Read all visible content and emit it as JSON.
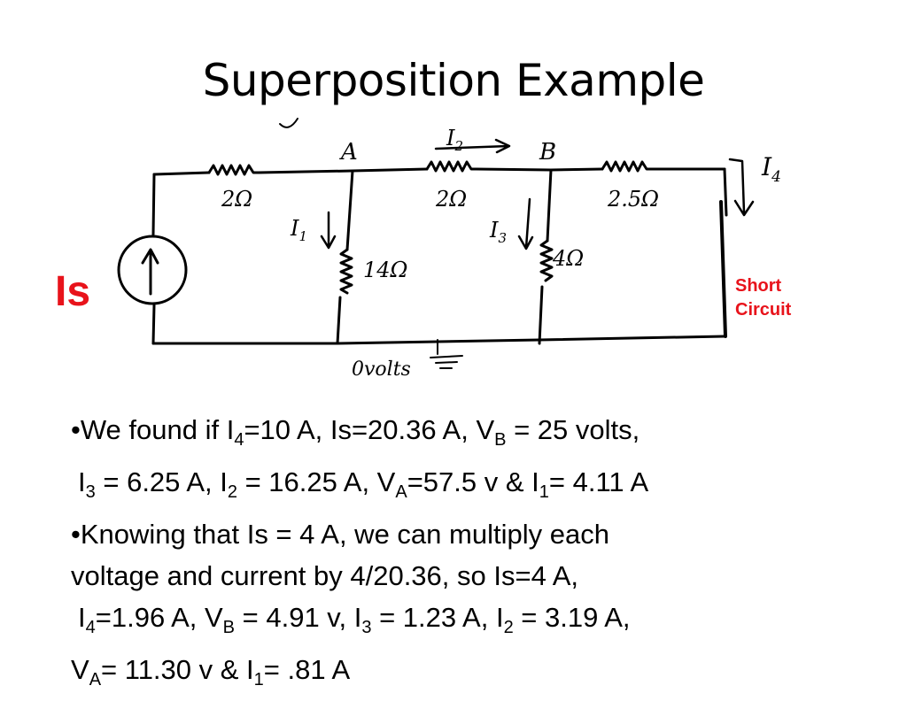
{
  "title": "Superposition Example",
  "source_label": "Is",
  "short_circuit": {
    "line1": "Short",
    "line2": "Circuit"
  },
  "diagram": {
    "node_a": "A",
    "node_b": "B",
    "r_left": "2Ω",
    "r_mid": "2Ω",
    "r_right": "2.5Ω",
    "r_a_ground": "14Ω",
    "r_b_ground": "4Ω",
    "ground": "0volts",
    "currents": {
      "i1": "I",
      "i1_sub": "1",
      "i2": "I",
      "i2_sub": "2",
      "i3": "I",
      "i3_sub": "3",
      "i4": "I",
      "i4_sub": "4"
    }
  },
  "bullets": {
    "l1": {
      "a": "•We found if I",
      "s1": "4",
      "b": "=10 A, Is=20.36 A, V",
      "s2": "B",
      "c": " = 25 volts,"
    },
    "l2": {
      "a": "I",
      "s1": "3",
      "b": " = 6.25 A, I",
      "s2": "2",
      "c": " = 16.25 A, V",
      "s3": "A",
      "d": "=57.5 v & I",
      "s4": "1",
      "e": "= 4.11 A"
    },
    "l3": "•Knowing that Is = 4 A, we can multiply each",
    "l4": "voltage and current by 4/20.36, so Is=4 A,",
    "l5": {
      "a": "I",
      "s1": "4",
      "b": "=1.96 A, V",
      "s2": "B",
      "c": " = 4.91 v, I",
      "s3": "3",
      "d": " = 1.23 A, I",
      "s4": "2",
      "e": " = 3.19 A,"
    },
    "l6": {
      "a": "V",
      "s1": "A",
      "b": "= 11.30 v & I",
      "s2": "1",
      "c": "= .81 A"
    }
  }
}
